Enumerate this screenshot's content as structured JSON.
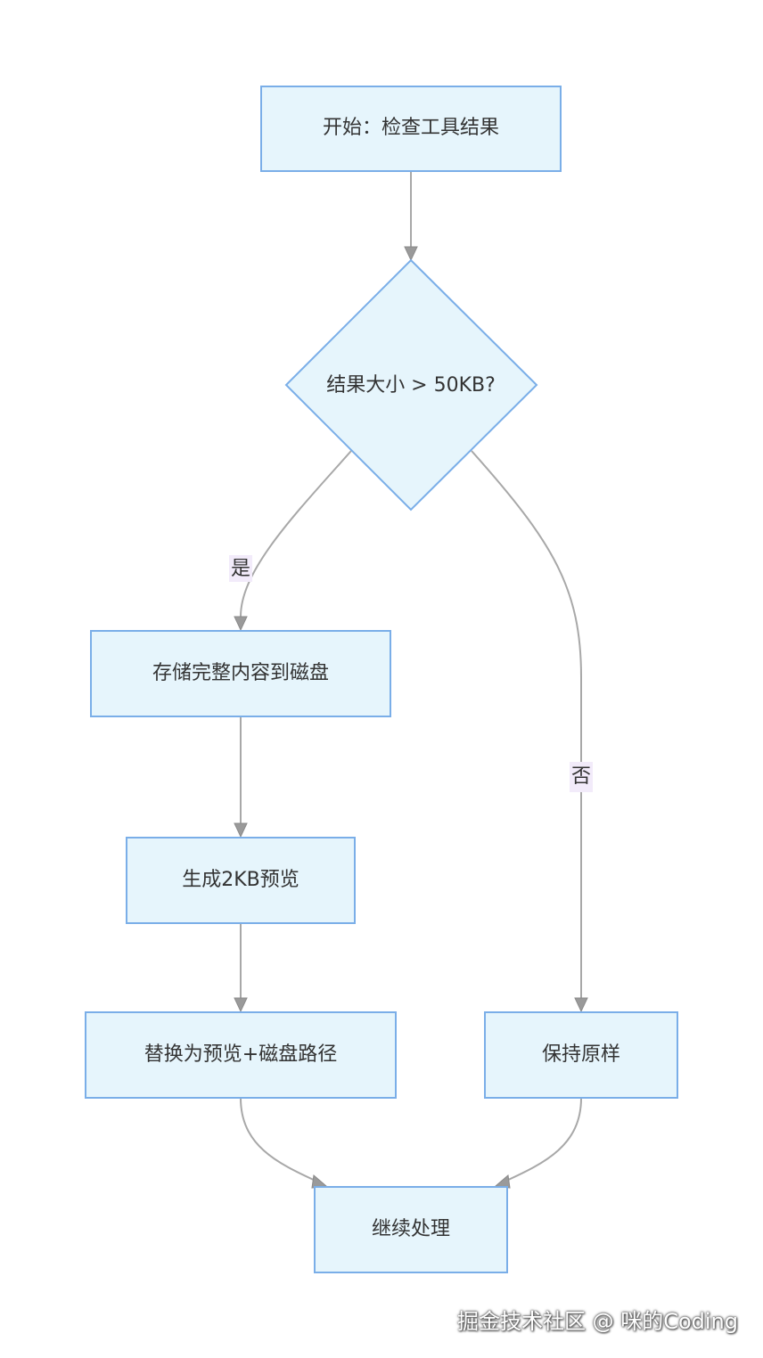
{
  "diagram": {
    "nodes": {
      "start": "开始：检查工具结果",
      "decision": "结果大小 > 50KB?",
      "store": "存储完整内容到磁盘",
      "preview": "生成2KB预览",
      "replace": "替换为预览+磁盘路径",
      "keep": "保持原样",
      "continue": "继续处理"
    },
    "edge_labels": {
      "yes": "是",
      "no": "否"
    },
    "colors": {
      "node_fill": "#e6f5fc",
      "node_stroke": "#7aaee8",
      "edge": "#a8a8a8",
      "edge_label_bg": "#f2ebfa"
    }
  },
  "watermark": "掘金技术社区 @ 咪的Coding"
}
